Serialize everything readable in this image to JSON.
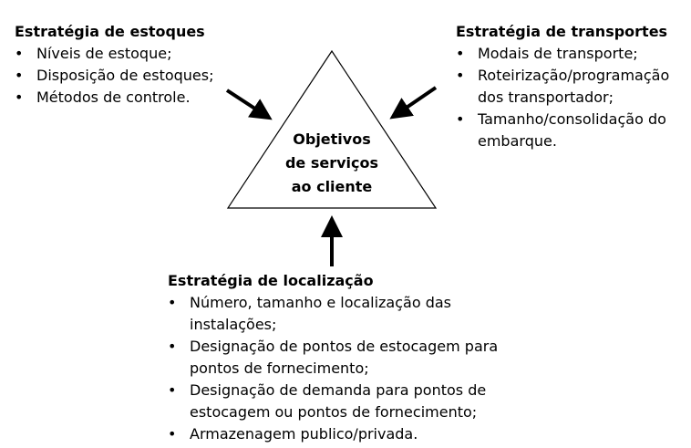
{
  "center": {
    "lines": [
      "Objetivos",
      "de serviços",
      "ao cliente"
    ]
  },
  "stock_strategy": {
    "title": "Estratégia de estoques",
    "items": [
      "Níveis de estoque;",
      "Disposição de estoques;",
      "Métodos de controle."
    ]
  },
  "transport_strategy": {
    "title": "Estratégia de transportes",
    "items": [
      "Modais de transporte;",
      "Roteirização/programação dos transportador;",
      "Tamanho/consolidação do embarque."
    ]
  },
  "location_strategy": {
    "title": "Estratégia de localização",
    "items": [
      "Número, tamanho e localização das instalações;",
      "Designação de pontos de estocagem para pontos de fornecimento;",
      "Designação de demanda para pontos de estocagem ou pontos de fornecimento;",
      "Armazenagem publico/privada."
    ]
  },
  "colors": {
    "stroke": "#000000",
    "fill": "#ffffff"
  }
}
